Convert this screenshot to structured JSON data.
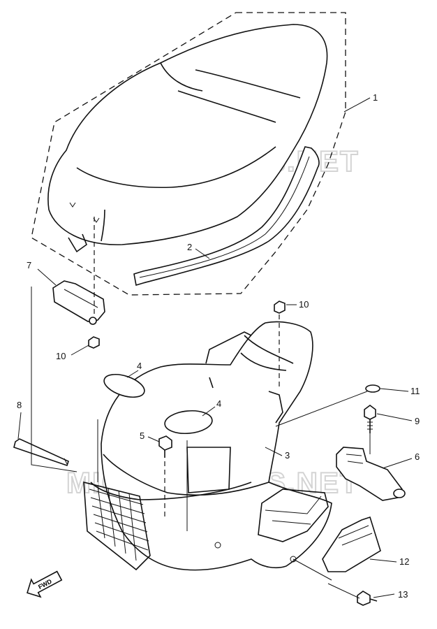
{
  "watermark": {
    "top": "MICROFICHES.NET",
    "bottom": "MICROFICHES.NET"
  },
  "fwd_label": "FWD",
  "callouts": {
    "c1": "1",
    "c2": "2",
    "c3": "3",
    "c4a": "4",
    "c4b": "4",
    "c5": "5",
    "c6": "6",
    "c7": "7",
    "c8": "8",
    "c9": "9",
    "c10a": "10",
    "c10b": "10",
    "c11": "11",
    "c12": "12",
    "c13": "13"
  }
}
